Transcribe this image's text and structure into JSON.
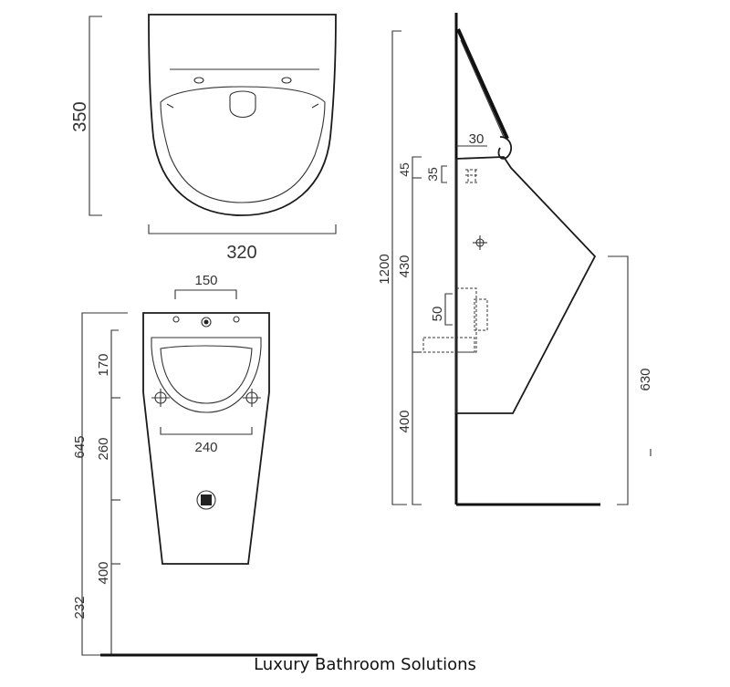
{
  "top_view": {
    "height_label": "350",
    "width_label": "320"
  },
  "front_view": {
    "inlet_spacing_label": "150",
    "width_label": "240",
    "total_height_label": "645",
    "dim_170": "170",
    "dim_260": "260",
    "dim_400": "400",
    "dim_232": "232"
  },
  "side_view": {
    "total_height_label": "1200",
    "dim_45": "45",
    "dim_35": "35",
    "dim_30": "30",
    "dim_430": "430",
    "dim_50": "50",
    "dim_400": "400",
    "dim_630": "630"
  },
  "caption": "Luxury Bathroom Solutions",
  "colors": {
    "line": "#1a1a1a",
    "text": "#333333"
  }
}
